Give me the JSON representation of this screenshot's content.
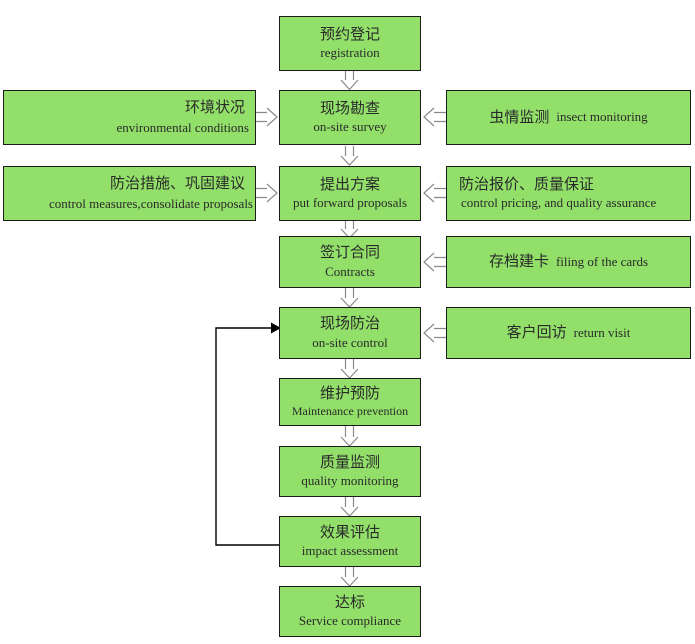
{
  "diagram": {
    "title": "Pest control service workflow flowchart",
    "palette": {
      "node_fill": "#92e06a",
      "node_border": "#1b1b1b",
      "arrow_stroke": "#808080",
      "loop_stroke": "#000000",
      "background": "#ffffff"
    },
    "nodes": {
      "registration": {
        "cn": "预约登记",
        "en": "registration"
      },
      "survey": {
        "cn": "现场勘查",
        "en": "on-site survey"
      },
      "env": {
        "cn": "环境状况",
        "en": "environmental conditions"
      },
      "insect": {
        "cn": "虫情监测",
        "en": "insect monitoring"
      },
      "proposals": {
        "cn": "提出方案",
        "en": "put forward proposals"
      },
      "measures": {
        "cn": "防治措施、巩固建议",
        "en": "control measures,consolidate proposals"
      },
      "pricing": {
        "cn": "防治报价、质量保证",
        "en": "control pricing, and quality assurance"
      },
      "contracts": {
        "cn": "签订合同",
        "en": "Contracts"
      },
      "filing": {
        "cn": "存档建卡",
        "en": "filing of the cards"
      },
      "control": {
        "cn": "现场防治",
        "en": "on-site control"
      },
      "revisit": {
        "cn": "客户回访",
        "en": "return visit"
      },
      "maintenance": {
        "cn": "维护预防",
        "en": "Maintenance prevention"
      },
      "quality": {
        "cn": "质量监测",
        "en": "quality monitoring"
      },
      "impact": {
        "cn": "效果评估",
        "en": "impact assessment"
      },
      "compliance": {
        "cn": "达标",
        "en": "Service compliance"
      }
    },
    "edges": [
      {
        "name": "registration-to-survey",
        "type": "block-arrow",
        "direction": "down"
      },
      {
        "name": "env-to-survey",
        "type": "block-arrow",
        "direction": "right"
      },
      {
        "name": "insect-to-survey",
        "type": "block-arrow",
        "direction": "left"
      },
      {
        "name": "survey-to-proposals",
        "type": "block-arrow",
        "direction": "down"
      },
      {
        "name": "measures-to-proposals",
        "type": "block-arrow",
        "direction": "right"
      },
      {
        "name": "pricing-to-proposals",
        "type": "block-arrow",
        "direction": "left"
      },
      {
        "name": "proposals-to-contracts",
        "type": "block-arrow",
        "direction": "down"
      },
      {
        "name": "filing-to-contracts",
        "type": "block-arrow",
        "direction": "left"
      },
      {
        "name": "contracts-to-control",
        "type": "block-arrow",
        "direction": "down"
      },
      {
        "name": "revisit-to-control",
        "type": "block-arrow",
        "direction": "left"
      },
      {
        "name": "control-to-maintenance",
        "type": "block-arrow",
        "direction": "down"
      },
      {
        "name": "maintenance-to-quality",
        "type": "block-arrow",
        "direction": "down"
      },
      {
        "name": "quality-to-impact",
        "type": "block-arrow",
        "direction": "down"
      },
      {
        "name": "impact-to-compliance",
        "type": "block-arrow",
        "direction": "down"
      },
      {
        "name": "impact-feedback-to-control",
        "type": "line-arrow",
        "direction": "loop-left"
      }
    ]
  }
}
